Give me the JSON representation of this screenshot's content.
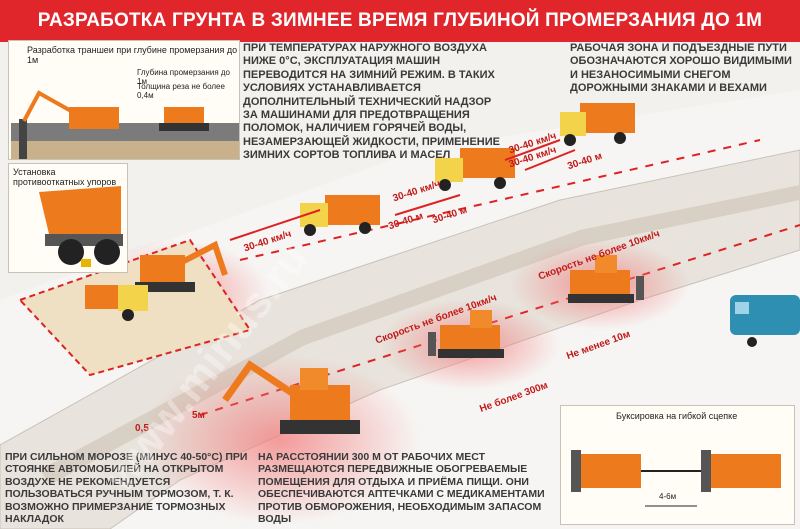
{
  "title": "РАЗРАБОТКА ГРУНТА В ЗИМНЕЕ ВРЕМЯ ГЛУБИНОЙ ПРОМЕРЗАНИЯ ДО 1М",
  "trench_panel": {
    "title": "Разработка траншеи при глубине промерзания до 1м",
    "depth_label": "Глубина промерзания до 1м",
    "cut_label": "Толщина реза не более 0,4м"
  },
  "stops_panel": {
    "title": "Установка противооткатных упоров"
  },
  "text_machines": "ПРИ ТЕМПЕРАТУРАХ НАРУЖНОГО ВОЗДУХА НИЖЕ 0°С, ЭКСПЛУАТАЦИЯ МАШИН ПЕРЕВОДИТСЯ НА ЗИМНИЙ РЕЖИМ. В ТАКИХ УСЛОВИЯХ УСТАНАВЛИВАЕТСЯ ДОПОЛНИТЕЛЬНЫЙ ТЕХНИЧЕСКИЙ НАДЗОР ЗА МАШИНАМИ ДЛЯ ПРЕДОТВРАЩЕНИЯ ПОЛОМОК, НАЛИЧИЕМ ГОРЯЧЕЙ ВОДЫ, НЕЗАМЕРЗАЮЩЕЙ ЖИДКОСТИ, ПРИМЕНЕНИЕ ЗИМНИХ СОРТОВ ТОПЛИВА И МАСЕЛ",
  "text_zone": "РАБОЧАЯ ЗОНА И ПОДЪЕЗДНЫЕ ПУТИ ОБОЗНАЧАЮТСЯ ХОРОШО ВИДИМЫМИ И НЕЗАНОСИМЫМИ СНЕГОМ ДОРОЖНЫМИ ЗНАКАМИ И ВЕХАМИ",
  "text_frost": "ПРИ СИЛЬНОМ МОРОЗЕ (МИНУС 40-50°С) ПРИ СТОЯНКЕ АВТОМОБИЛЕЙ НА ОТКРЫТОМ ВОЗДУХЕ НЕ РЕКОМЕНДУЕТСЯ ПОЛЬЗОВАТЬСЯ РУЧНЫМ ТОРМОЗОМ, Т. К. ВОЗМОЖНО ПРИМЕРЗАНИЕ ТОРМОЗНЫХ НАКЛАДОК",
  "text_rest": "НА РАССТОЯНИИ 300 М ОТ РАБОЧИХ МЕСТ РАЗМЕЩАЮТСЯ ПЕРЕДВИЖНЫЕ ОБОГРЕВАЕМЫЕ ПОМЕЩЕНИЯ ДЛЯ ОТДЫХА И ПРИЁМА ПИЩИ. ОНИ ОБЕСПЕЧИВАЮТСЯ АПТЕЧКАМИ С МЕДИКАМЕНТАМИ ПРОТИВ ОБМОРОЖЕНИЯ, НЕОБХОДИМЫМ ЗАПАСОМ ВОДЫ",
  "towing_panel": {
    "title": "Буксировка на гибкой сцепке",
    "distance": "4-6м"
  },
  "speed_labels": {
    "kmh_1": "30-40 км/ч",
    "kmh_2": "30-40 км/ч",
    "kmh_3": "30-40 км/ч",
    "kmh_4": "30-40 км/ч",
    "m_1": "30-40 м",
    "m_2": "30-40 м",
    "m_3": "30-40 м",
    "dozer_1": "Скорость не более 10км/ч",
    "dozer_2": "Скорость не более 10км/ч",
    "min_10": "Не менее 10м",
    "max_300": "Не более 300м",
    "five_m": "5м",
    "half_m": "0,5"
  },
  "watermark": "www.minus.ru",
  "colors": {
    "accent": "#e0262b",
    "machine": "#ee7a1e",
    "road": "#e9e6e0"
  }
}
